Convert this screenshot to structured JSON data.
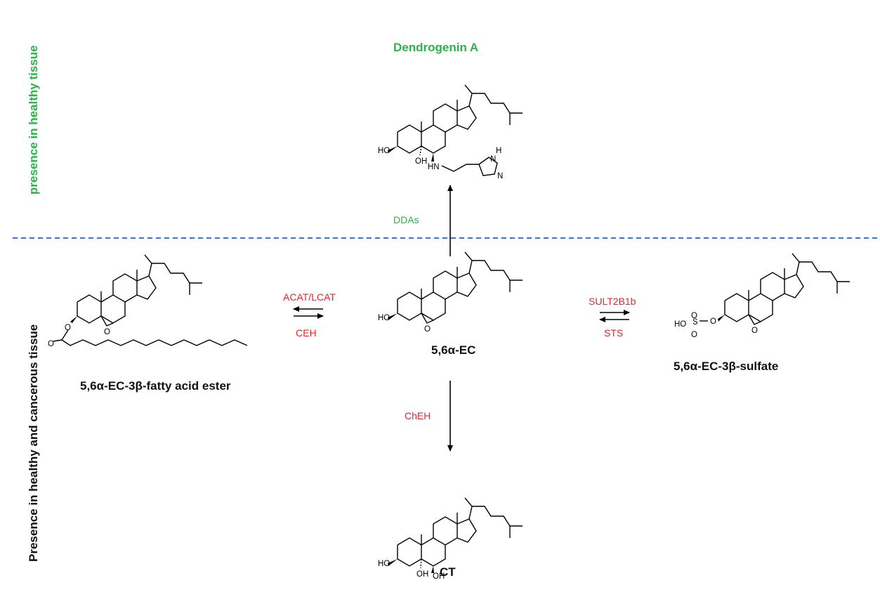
{
  "regions": {
    "healthy": "presence in healthy tissue",
    "healthy_cancerous": "Presence in healthy and cancerous tissue"
  },
  "compounds": {
    "dendrogenin": "Dendrogenin A",
    "ec": "5,6α-EC",
    "ester": "5,6α-EC-3β-fatty acid ester",
    "sulfate": "5,6α-EC-3β-sulfate",
    "ct": "CT"
  },
  "enzymes": {
    "ddas": "DDAs",
    "acat": "ACAT/LCAT",
    "ceh": "CEH",
    "sult": "SULT2B1b",
    "sts": "STS",
    "cheh": "ChEH"
  },
  "atom_labels": {
    "ho": "HO",
    "oh": "OH",
    "o": "O",
    "s": "S",
    "hn": "HN",
    "h": "H",
    "n": "N"
  },
  "colors": {
    "healthy_label": "#2db34a",
    "cancer_label": "#111111",
    "enzyme_red": "#e8242a",
    "enzyme_green": "#2db34a",
    "divider": "#3d73c9",
    "bond": "#000000"
  }
}
